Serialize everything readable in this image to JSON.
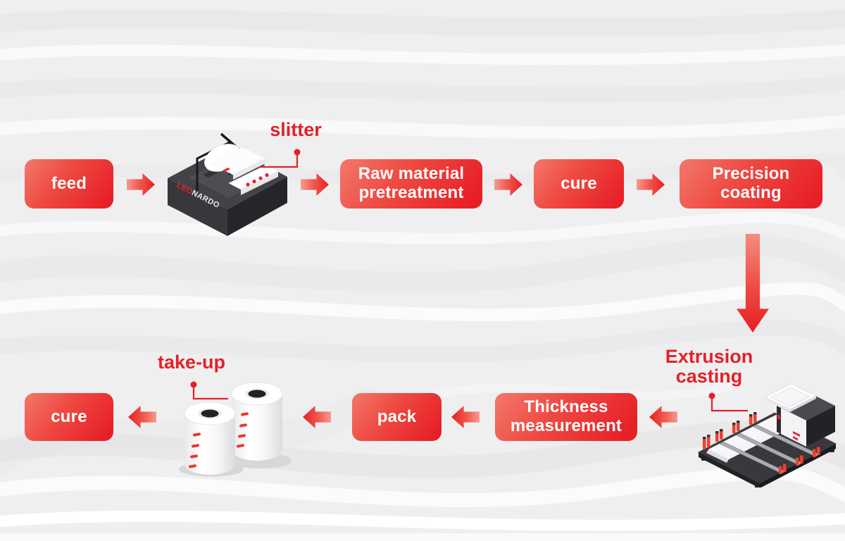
{
  "diagram": {
    "steps": {
      "feed": "feed",
      "slitter": "slitter",
      "raw_material_pretreatment": "Raw material pretreatment",
      "cure_top": "cure",
      "precision_coating": "Precision coating",
      "extrusion_casting": "Extrusion casting",
      "thickness_measurement": "Thickness measurement",
      "pack": "pack",
      "take_up": "take-up",
      "cure_bottom": "cure"
    },
    "flow_sequence": [
      "feed",
      "slitter",
      "Raw material pretreatment",
      "cure",
      "Precision coating",
      "Extrusion casting",
      "Thickness measurement",
      "pack",
      "take-up",
      "cure"
    ],
    "machine_brand": {
      "prefix": "LEO",
      "suffix": "NARDO"
    },
    "colors": {
      "accent_red": "#e32128",
      "box_gradient_start": "#f3786c",
      "box_gradient_end": "#e71f27",
      "arrow_red": "#e71e26",
      "background_base": "#f0f0f1",
      "machine_dark": "#38383d",
      "post_red": "#ea422f"
    }
  }
}
